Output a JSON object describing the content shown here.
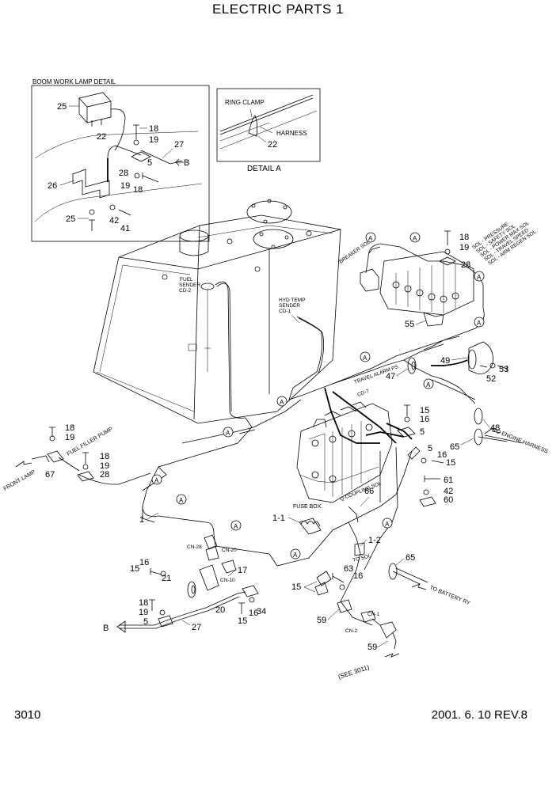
{
  "title": "ELECTRIC PARTS 1",
  "footer": {
    "page": "3010",
    "revision": "2001. 6. 10 REV.8"
  },
  "details": {
    "boom_lamp": "BOOM WORK LAMP DETAIL",
    "detail_a": "DETAIL A",
    "ring_clamp": "RING CLAMP",
    "harness": "HARNESS"
  },
  "labels": {
    "fuel_sender": "FUEL",
    "fuel_sender_2": "SENDER",
    "fuel_sender_3": "CD-2",
    "hyd_temp": "HYD TEMP",
    "hyd_temp_2": "SENDER",
    "hyd_temp_3": "CD-1",
    "breaker_sol": "BREAKER SOL",
    "sol_list": [
      "SOL - PRESSURE",
      "SOL - SAFETY SOL",
      "SOL - POWER MAX SOL",
      "SOL - TRAVEL SPEED",
      "SOL - ARM REGEN SOL"
    ],
    "travel_alarm": "TRAVEL ALARM PS",
    "cd7": "CD-7",
    "front_lamp": "FRONT LAMP",
    "fuel_filler_pump": "FUEL FILLER PUMP",
    "to_engine_harness": "TO ENGINE HARNESS",
    "fuse_box": "FUSE BOX",
    "q_coupling": "Q-COUPLING SOL",
    "cn28": "CN-28",
    "cn20": "CN-20",
    "cn10": "CN-10",
    "cn1": "CN-1",
    "cn2": "CN-2",
    "to_battery": "TO BATTERY RY",
    "see_3011": "(SEE 3011)",
    "to_sol": "TO SOL",
    "b_arrow": "B",
    "b_arrow_2": "B",
    "a_label": "A"
  },
  "callouts": [
    "25",
    "18",
    "19",
    "22",
    "27",
    "5",
    "26",
    "28",
    "19",
    "18",
    "25",
    "42",
    "41",
    "22",
    "18",
    "19",
    "28",
    "55",
    "49",
    "53",
    "52",
    "47",
    "48",
    "65",
    "15",
    "16",
    "5",
    "5",
    "16",
    "15",
    "61",
    "42",
    "60",
    "66",
    "18",
    "19",
    "67",
    "18",
    "19",
    "28",
    "1",
    "1-1",
    "1-2",
    "16",
    "15",
    "21",
    "17",
    "18",
    "19",
    "5",
    "20",
    "16",
    "15",
    "34",
    "27",
    "63",
    "16",
    "15",
    "65",
    "59",
    "59"
  ]
}
